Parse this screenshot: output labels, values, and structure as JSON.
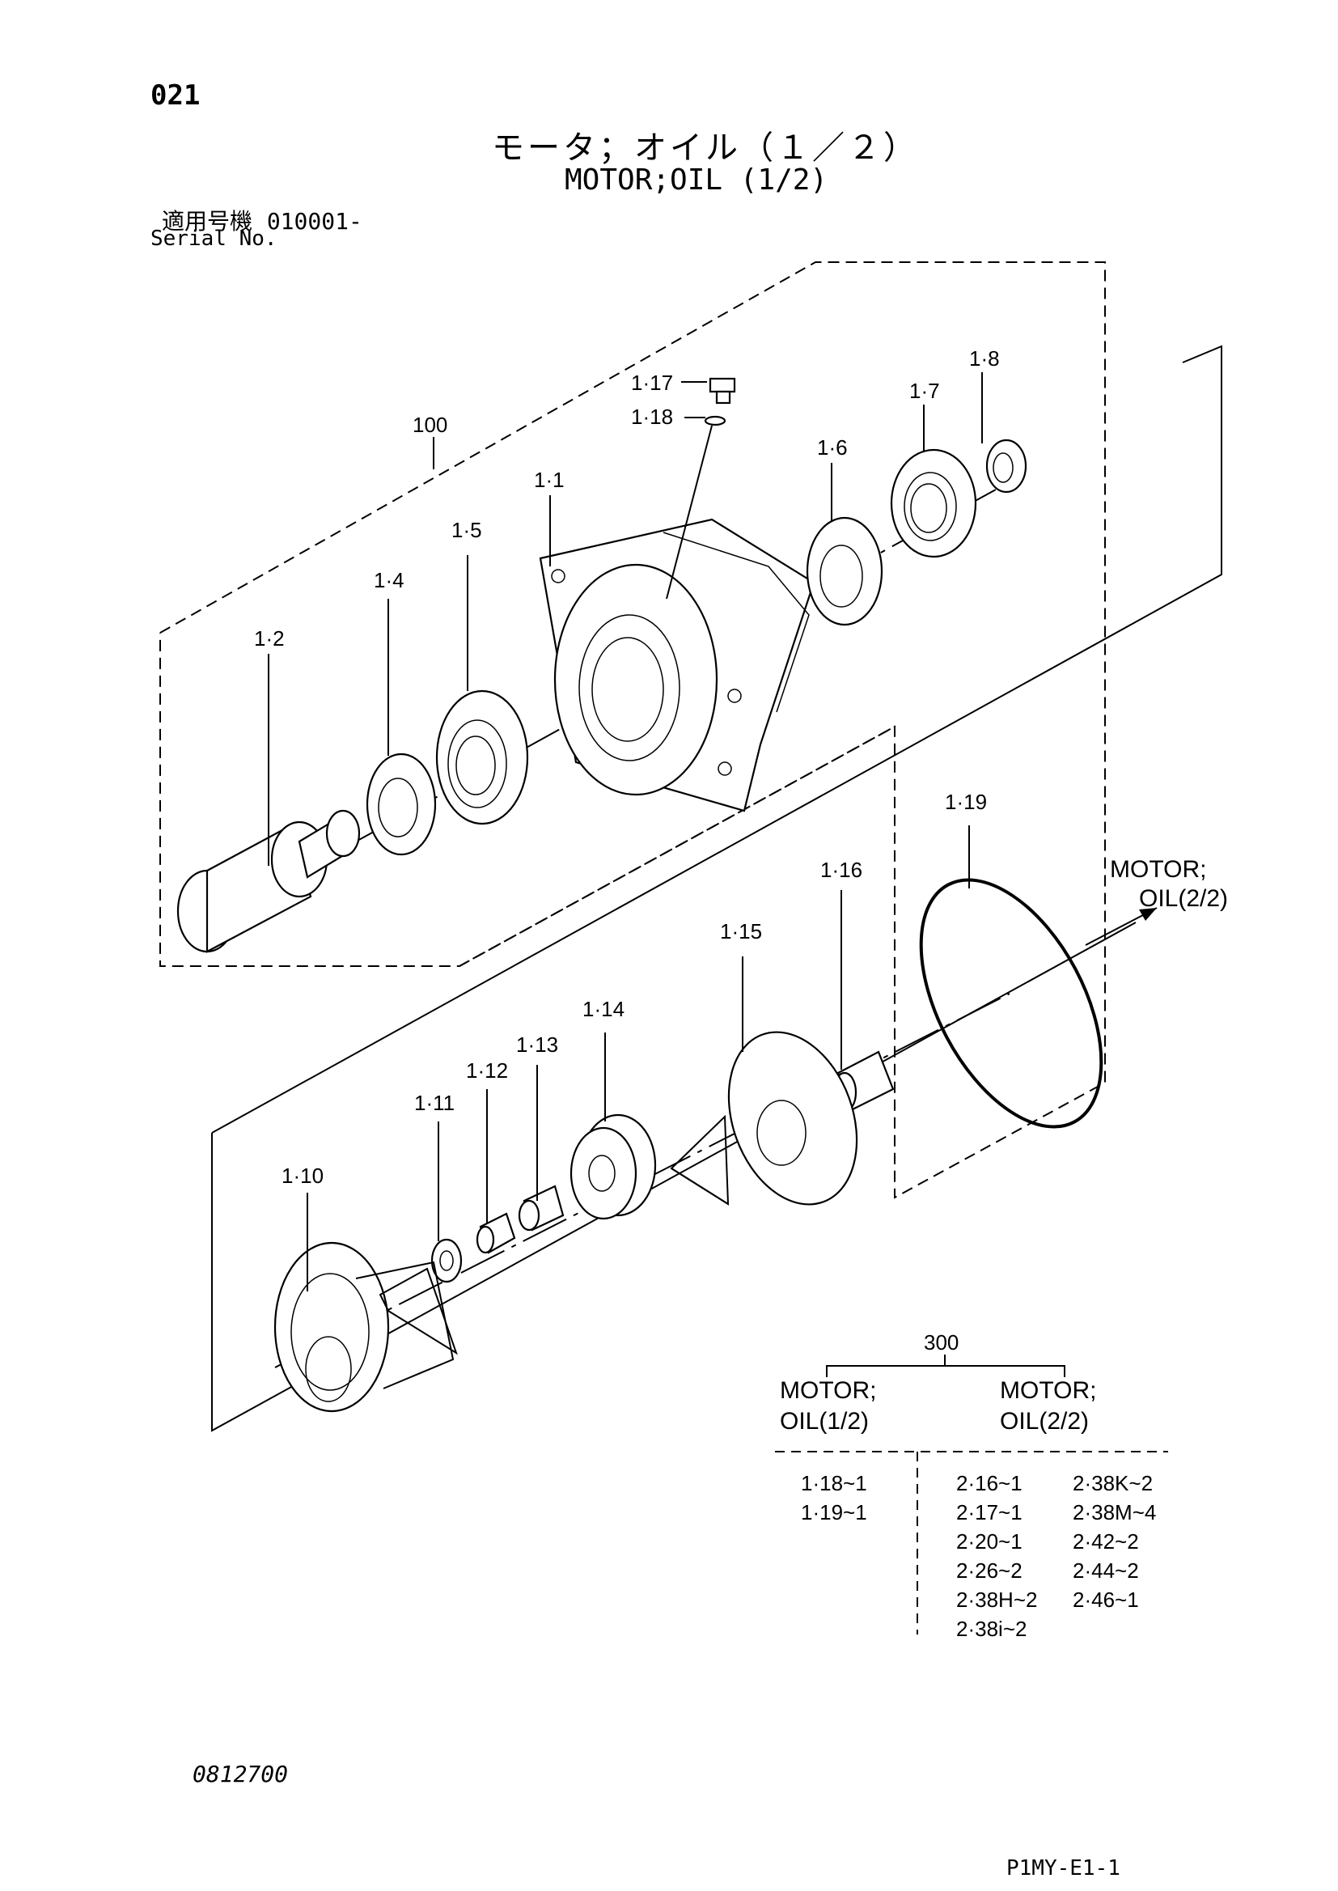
{
  "header": {
    "page_number": "021",
    "title_jp": "モータ；オイル（１／２）",
    "title_en": "MOTOR;OIL (1/2)",
    "serial_label_jp": "適用号機",
    "serial_value": "010001-",
    "serial_label_en": "Serial No."
  },
  "diagram": {
    "assembly_label": "100",
    "callouts": [
      "1·1",
      "1·2",
      "1·4",
      "1·5",
      "1·6",
      "1·7",
      "1·8",
      "1·10",
      "1·11",
      "1·12",
      "1·13",
      "1·14",
      "1·15",
      "1·16",
      "1·17",
      "1·18",
      "1·19"
    ],
    "reference": {
      "line1": "MOTOR;",
      "line2": "OIL(2/2)"
    }
  },
  "table": {
    "header": "300",
    "left_title_1": "MOTOR;",
    "left_title_2": "OIL(1/2)",
    "right_title_1": "MOTOR;",
    "right_title_2": "OIL(2/2)",
    "left_items": [
      "1·18~1",
      "1·19~1"
    ],
    "right_col_a": [
      "2·16~1",
      "2·17~1",
      "2·20~1",
      "2·26~2",
      "2·38H~2",
      "2·38i~2"
    ],
    "right_col_b": [
      "2·38K~2",
      "2·38M~4",
      "2·42~2",
      "2·44~2",
      "2·46~1"
    ]
  },
  "footer": {
    "code": "0812700",
    "ref": "P1MY-E1-1"
  }
}
